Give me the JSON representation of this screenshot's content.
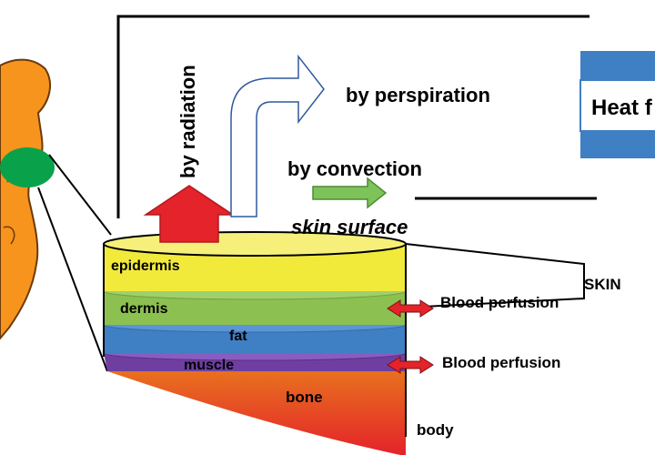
{
  "heat_loss": {
    "radiation": "by radiation",
    "perspiration": "by perspiration",
    "convection": "by convection"
  },
  "skin_surface": "skin surface",
  "heat_box": "Heat f",
  "layers": {
    "epidermis": "epidermis",
    "dermis": "dermis",
    "fat": "fat",
    "muscle": "muscle",
    "bone": "bone",
    "body": "body"
  },
  "perfusion": {
    "upper": "Blood perfusion",
    "lower": "Blood perfusion"
  },
  "skin_label": "SKIN",
  "colors": {
    "body_silhouette": "#f7941d",
    "highlight_spot": "#0aa14b",
    "epidermis": "#f2ea3a",
    "dermis": "#8cc152",
    "fat": "#3f7fc4",
    "muscle": "#6e3fa1",
    "bone": "#e8701f",
    "body": "#e4232a",
    "radiation_arrow": "#e4232a",
    "convection_arrow": "#7ec35a",
    "perspiration_arrow_outline": "#2e5a9c",
    "perfusion_arrow": "#e4232a",
    "heat_box": "#3f7fc4"
  }
}
